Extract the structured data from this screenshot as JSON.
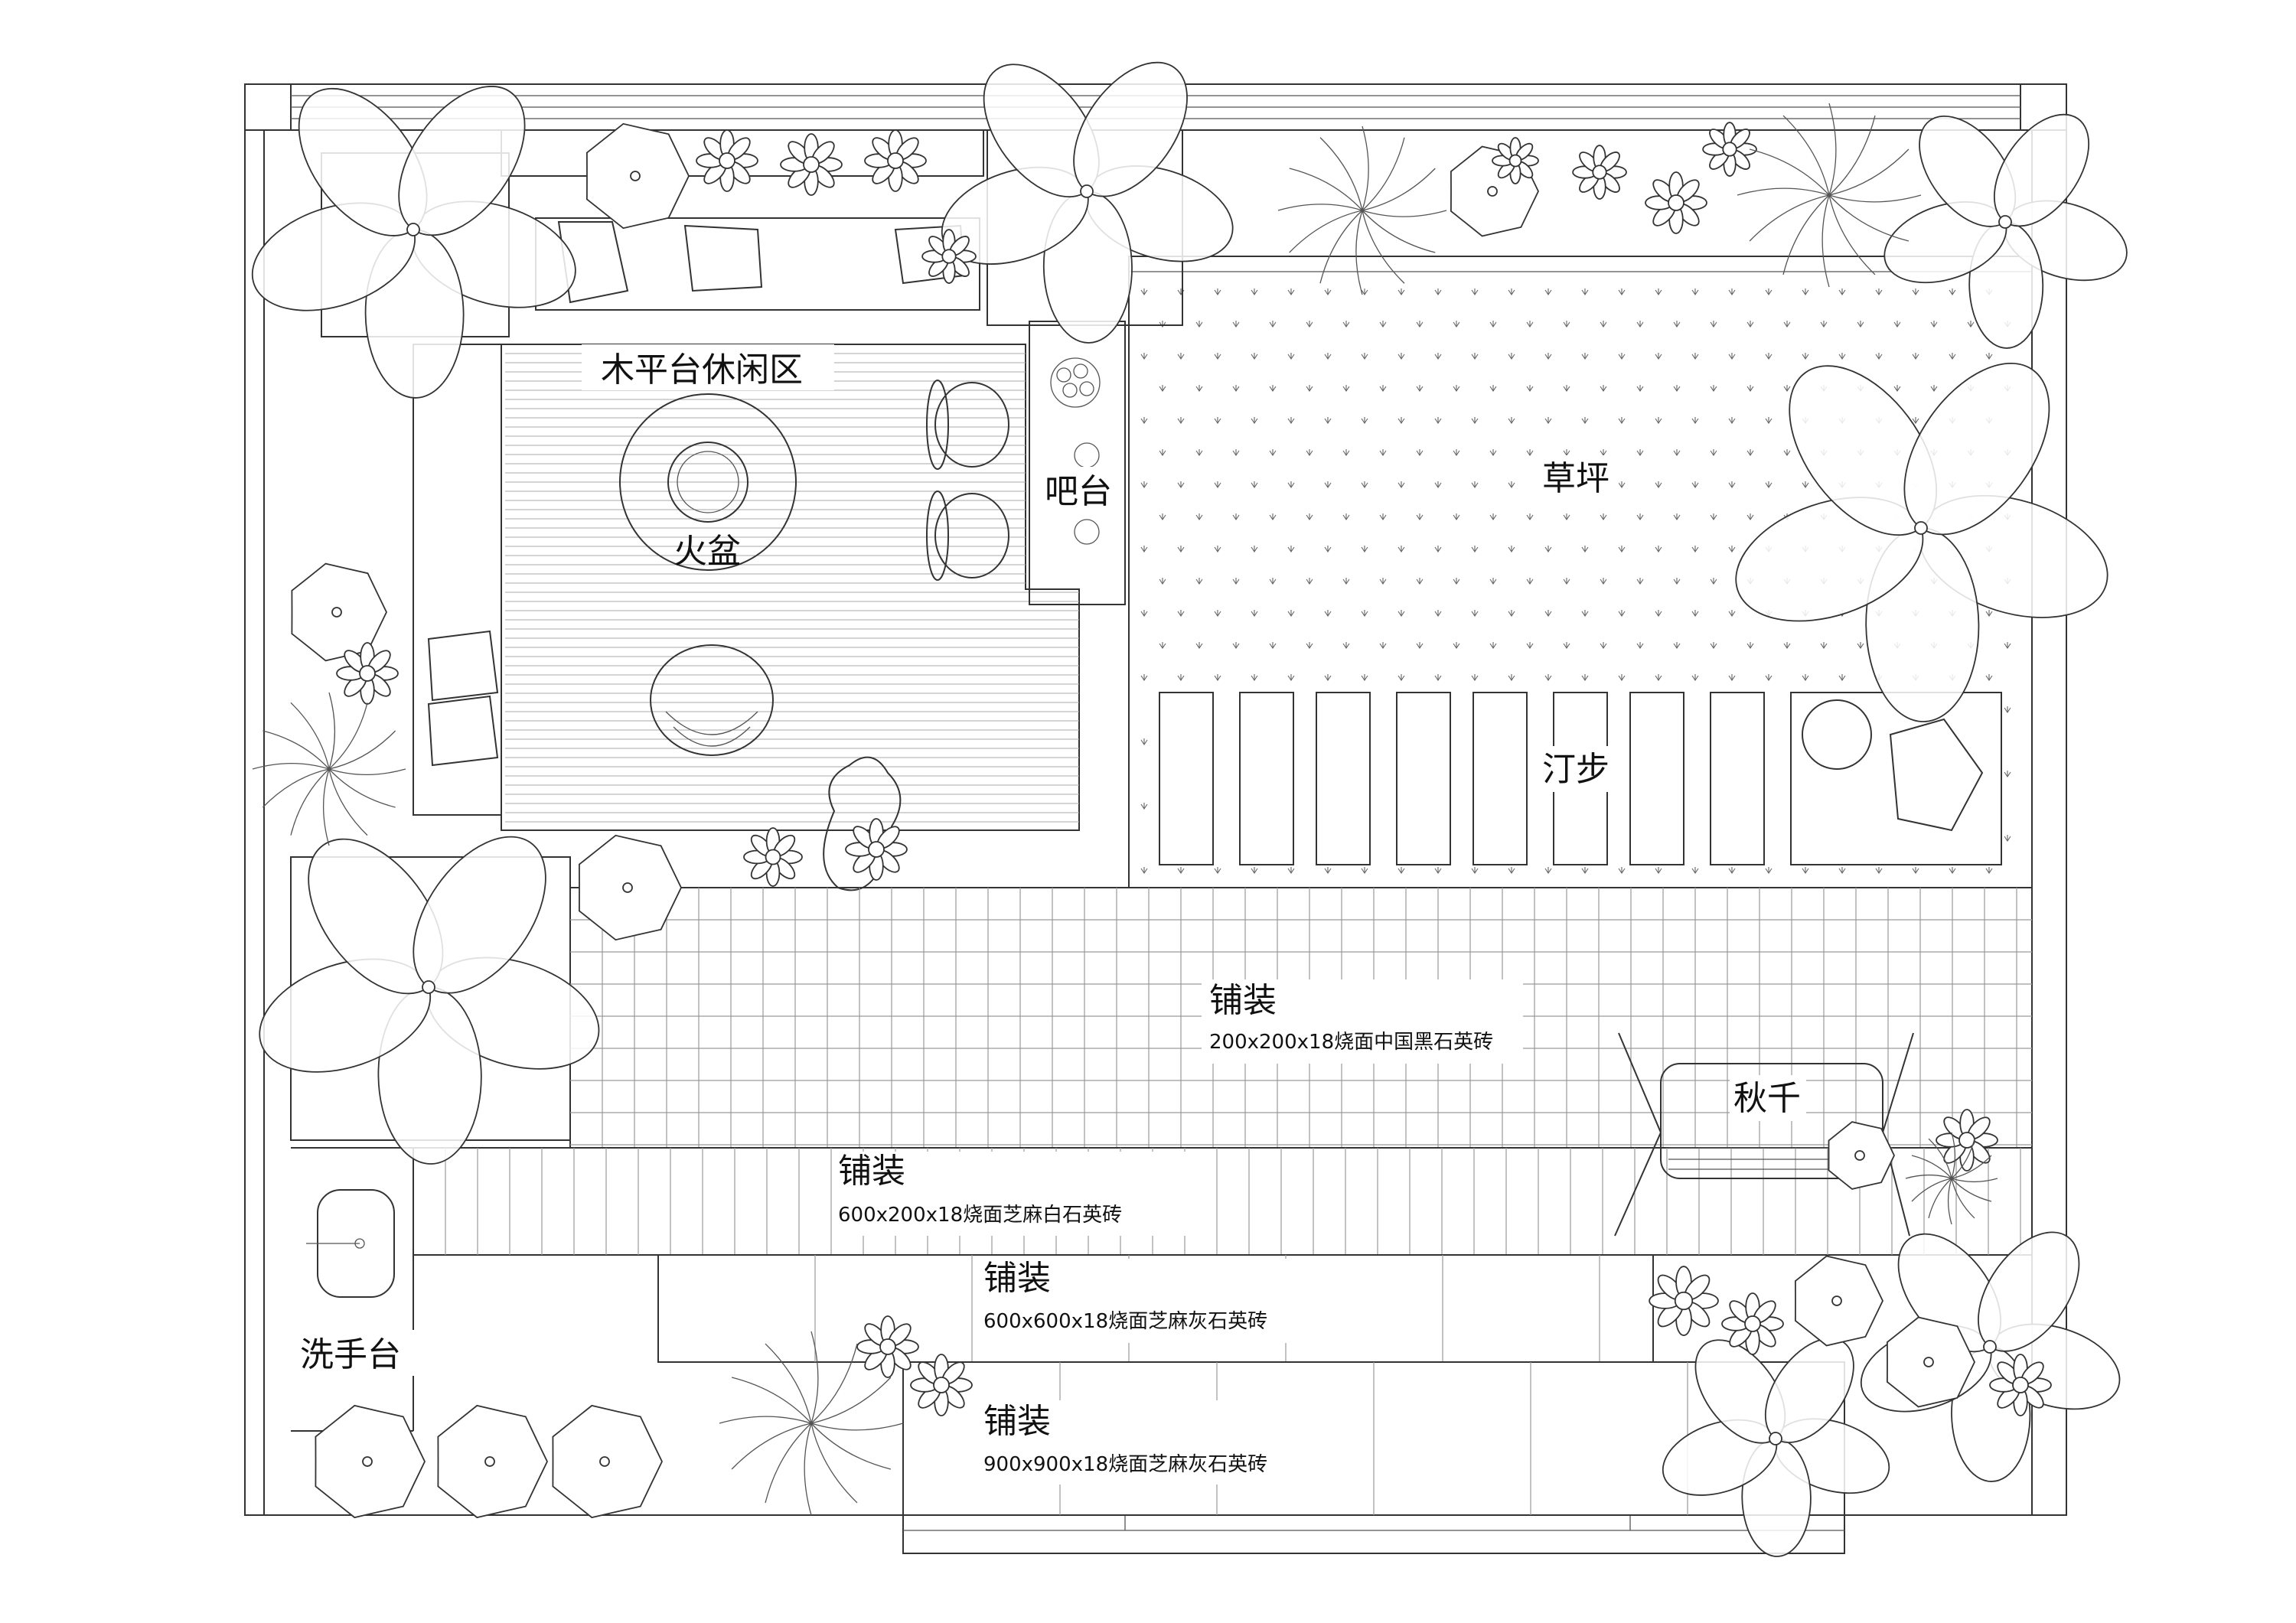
{
  "labels": {
    "deck_area": "木平台休闲区",
    "fire_pit": "火盆",
    "bar_counter": "吧台",
    "lawn": "草坪",
    "stepping_stones": "汀步",
    "swing": "秋千",
    "wash_basin": "洗手台",
    "paving_1": {
      "title": "铺装",
      "spec": "200x200x18烧面中国黑石英砖"
    },
    "paving_2": {
      "title": "铺装",
      "spec": "600x200x18烧面芝麻白石英砖"
    },
    "paving_3": {
      "title": "铺装",
      "spec": "600x600x18烧面芝麻灰石英砖"
    },
    "paving_4": {
      "title": "铺装",
      "spec": "900x900x18烧面芝麻灰石英砖"
    }
  }
}
